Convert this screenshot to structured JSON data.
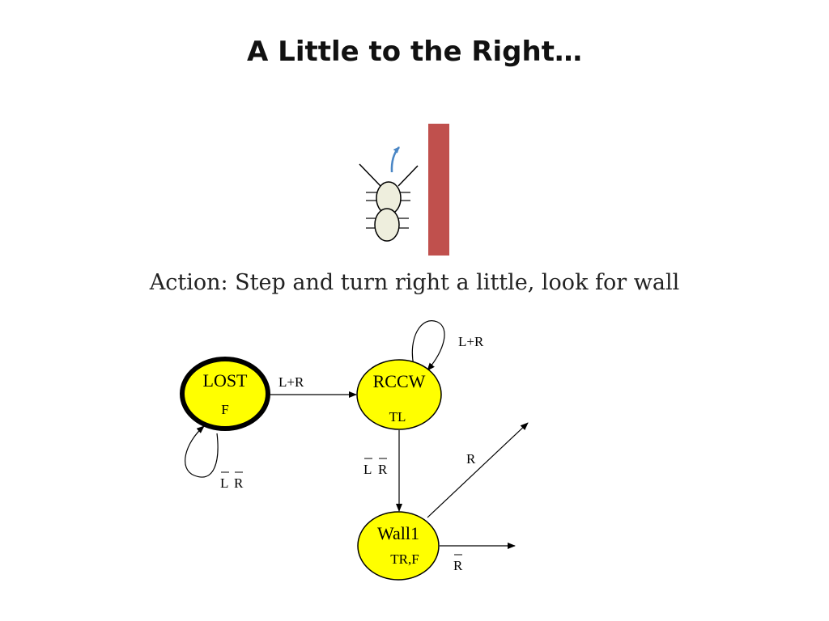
{
  "slide": {
    "title": "A Little to the Right…",
    "action": "Action: Step and turn right a little, look for wall"
  },
  "colors": {
    "state_fill": "#FFFF00",
    "wall": "#C0504D",
    "bug_body": "#EEEEDD",
    "turn_arrow": "#4A86C5"
  },
  "icons": {
    "robot": "bug-robot-icon",
    "wall": "wall-block",
    "turn": "turn-arrow-icon"
  },
  "states": {
    "lost": {
      "name": "LOST",
      "output": "F",
      "initial": true
    },
    "rccw": {
      "name": "RCCW",
      "output": "TL"
    },
    "wall1": {
      "name": "Wall1",
      "output": "TR,F"
    }
  },
  "transitions": {
    "lost_self": {
      "L": "L",
      "R": "R",
      "negated": true
    },
    "lost_to_rccw": "L+R",
    "rccw_self": "L+R",
    "rccw_to_wall1": {
      "L": "L",
      "R": "R",
      "negated": true
    },
    "wall1_up": "R",
    "wall1_right": {
      "R": "R",
      "negated": true
    }
  }
}
